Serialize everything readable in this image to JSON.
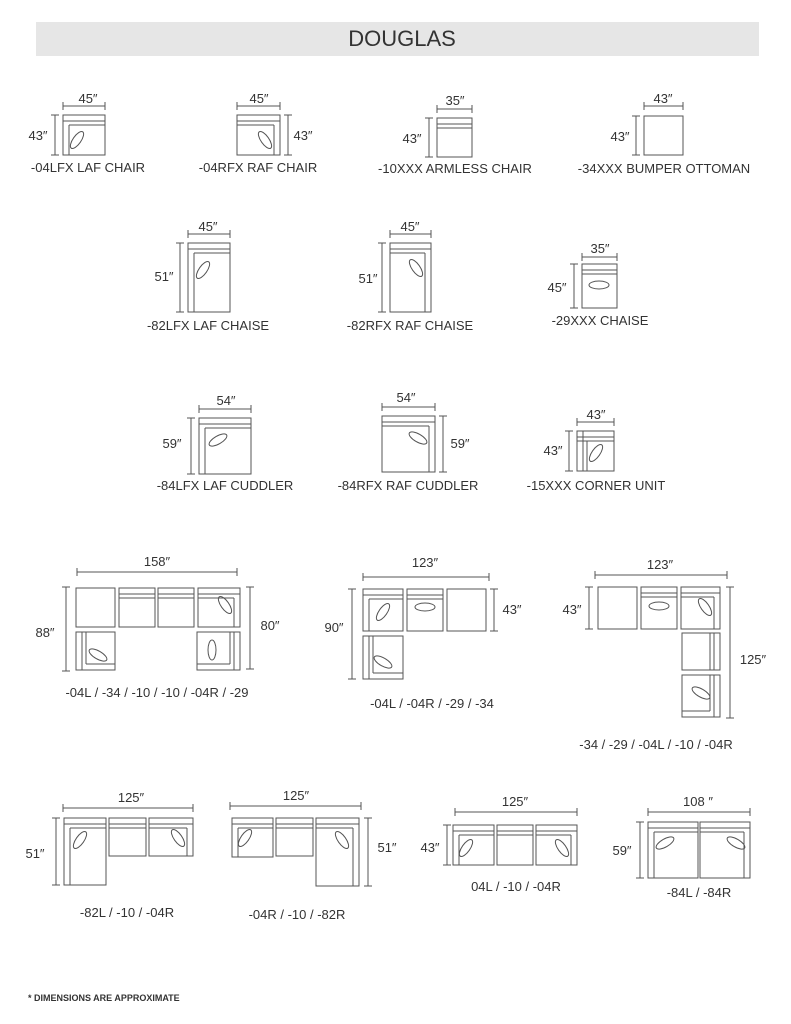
{
  "title": "DOUGLAS",
  "pieces": [
    {
      "label": "-04LFX LAF CHAIR",
      "width": "45″",
      "depth": "43″"
    },
    {
      "label": "-04RFX RAF CHAIR",
      "width": "45″",
      "depth": "43″"
    },
    {
      "label": "-10XXX ARMLESS CHAIR",
      "width": "35″",
      "depth": "43″"
    },
    {
      "label": "-34XXX BUMPER OTTOMAN",
      "width": "43″",
      "depth": "43″"
    },
    {
      "label": "-82LFX LAF CHAISE",
      "width": "45″",
      "depth": "51″"
    },
    {
      "label": "-82RFX RAF CHAISE",
      "width": "45″",
      "depth": "51″"
    },
    {
      "label": "-29XXX CHAISE",
      "width": "35″",
      "depth": "45″"
    },
    {
      "label": "-84LFX LAF CUDDLER",
      "width": "54″",
      "depth": "59″"
    },
    {
      "label": "-84RFX RAF CUDDLER",
      "width": "54″",
      "depth": "59″"
    },
    {
      "label": "-15XXX CORNER UNIT",
      "width": "43″",
      "depth": "43″"
    }
  ],
  "sectionals": [
    {
      "label": "-04L  / -34 / -10 / -10 / -04R / -29",
      "width": "158″",
      "left": "88″",
      "right": "80″"
    },
    {
      "label": "-04L / -04R / -29 / -34",
      "width": "123″",
      "left": "90″",
      "right": "43″"
    },
    {
      "label": "-34 / -29 / -04L / -10 / -04R",
      "width": "123″",
      "left": "43″",
      "right": "125″"
    },
    {
      "label": "-82L / -10 / -04R",
      "width": "125″",
      "left": "51″"
    },
    {
      "label": "-04R / -10 / -82R",
      "width": "125″",
      "right": "51″"
    },
    {
      "label": "04L / -10 / -04R",
      "width": "125″",
      "left": "43″"
    },
    {
      "label": "-84L / -84R",
      "width": "108 ″",
      "left": "59″"
    }
  ],
  "footnote": "* DIMENSIONS ARE APPROXIMATE"
}
